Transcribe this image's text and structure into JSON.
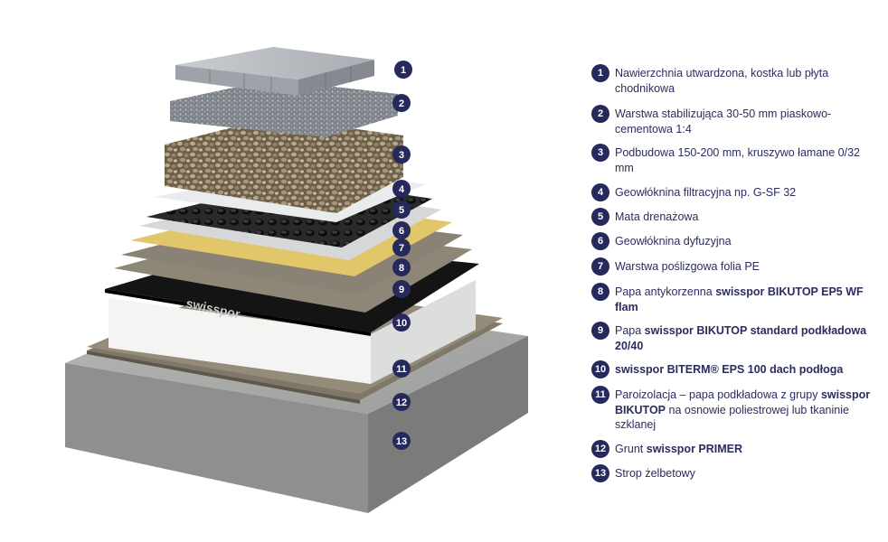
{
  "brand_watermark": "swisspor",
  "colors": {
    "badge": "#26295c",
    "text": "#2a2d5e",
    "concrete": "#a9aaa8",
    "eps": "#f4f5f3",
    "membrane_black": "#141414",
    "felt": "#8e8677",
    "pe_foil": "#e2c66a",
    "geotextile": "#e9ebed"
  },
  "legend": [
    {
      "num": "1",
      "parts": [
        {
          "t": "Nawierzchnia utwardzona, kostka lub płyta chodnikowa"
        }
      ]
    },
    {
      "num": "2",
      "parts": [
        {
          "t": "Warstwa stabilizująca 30-50 mm piaskowo-cementowa 1:4"
        }
      ]
    },
    {
      "num": "3",
      "parts": [
        {
          "t": "Podbudowa 150-200 mm, kruszywo łamane 0/32 mm"
        }
      ]
    },
    {
      "num": "4",
      "parts": [
        {
          "t": "Geowłóknina filtracyjna np. G-SF 32"
        }
      ]
    },
    {
      "num": "5",
      "parts": [
        {
          "t": "Mata drenażowa"
        }
      ]
    },
    {
      "num": "6",
      "parts": [
        {
          "t": "Geowłóknina dyfuzyjna"
        }
      ]
    },
    {
      "num": "7",
      "parts": [
        {
          "t": "Warstwa poślizgowa folia PE"
        }
      ]
    },
    {
      "num": "8",
      "parts": [
        {
          "t": "Papa antykorzenna "
        },
        {
          "t": "swisspor BIKUTOP EP5 WF flam",
          "b": true
        }
      ]
    },
    {
      "num": "9",
      "parts": [
        {
          "t": "Papa "
        },
        {
          "t": "swisspor BIKUTOP standard podkładowa 20/40",
          "b": true
        }
      ]
    },
    {
      "num": "10",
      "parts": [
        {
          "t": "swisspor BITERM® EPS 100 dach podłoga",
          "b": true
        }
      ]
    },
    {
      "num": "11",
      "parts": [
        {
          "t": "Paroizolacja – papa podkładowa z grupy "
        },
        {
          "t": "swisspor BIKUTOP",
          "b": true
        },
        {
          "t": " na osnowie poliestrowej lub tkaninie szklanej"
        }
      ]
    },
    {
      "num": "12",
      "parts": [
        {
          "t": "Grunt "
        },
        {
          "t": "swisspor PRIMER",
          "b": true
        }
      ]
    },
    {
      "num": "13",
      "parts": [
        {
          "t": "Strop żelbetowy"
        }
      ]
    }
  ]
}
